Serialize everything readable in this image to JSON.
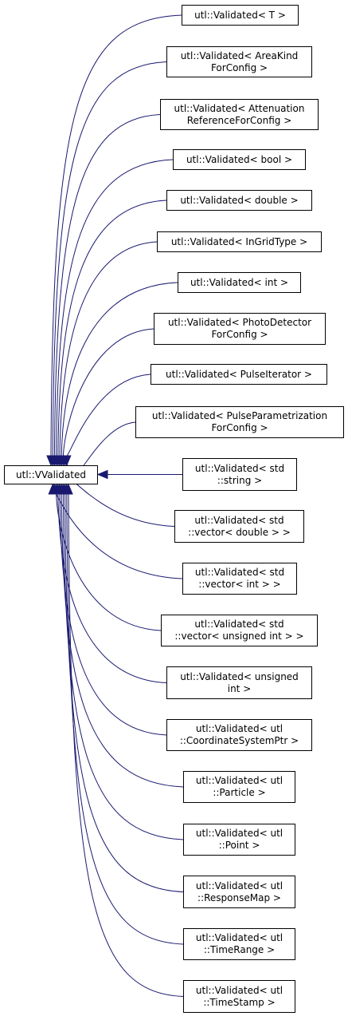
{
  "diagram": {
    "base": {
      "label": "utl::VValidated"
    },
    "derived": [
      {
        "id": "n0",
        "lines": [
          "utl::Validated< T >"
        ]
      },
      {
        "id": "n1",
        "lines": [
          "utl::Validated< AreaKind",
          "ForConfig >"
        ]
      },
      {
        "id": "n2",
        "lines": [
          "utl::Validated< Attenuation",
          "ReferenceForConfig >"
        ]
      },
      {
        "id": "n3",
        "lines": [
          "utl::Validated< bool >"
        ]
      },
      {
        "id": "n4",
        "lines": [
          "utl::Validated< double >"
        ]
      },
      {
        "id": "n5",
        "lines": [
          "utl::Validated< InGridType >"
        ]
      },
      {
        "id": "n6",
        "lines": [
          "utl::Validated< int >"
        ]
      },
      {
        "id": "n7",
        "lines": [
          "utl::Validated< PhotoDetector",
          "ForConfig >"
        ]
      },
      {
        "id": "n8",
        "lines": [
          "utl::Validated< PulseIterator >"
        ]
      },
      {
        "id": "n9",
        "lines": [
          "utl::Validated< PulseParametrization",
          "ForConfig >"
        ]
      },
      {
        "id": "n10",
        "lines": [
          "utl::Validated< std",
          "::string >"
        ]
      },
      {
        "id": "n11",
        "lines": [
          "utl::Validated< std",
          "::vector< double > >"
        ]
      },
      {
        "id": "n12",
        "lines": [
          "utl::Validated< std",
          "::vector< int > >"
        ]
      },
      {
        "id": "n13",
        "lines": [
          "utl::Validated< std",
          "::vector< unsigned int > >"
        ]
      },
      {
        "id": "n14",
        "lines": [
          "utl::Validated< unsigned",
          "int >"
        ]
      },
      {
        "id": "n15",
        "lines": [
          "utl::Validated< utl",
          "::CoordinateSystemPtr >"
        ]
      },
      {
        "id": "n16",
        "lines": [
          "utl::Validated< utl",
          "::Particle >"
        ]
      },
      {
        "id": "n17",
        "lines": [
          "utl::Validated< utl",
          "::Point >"
        ]
      },
      {
        "id": "n18",
        "lines": [
          "utl::Validated< utl",
          "::ResponseMap >"
        ]
      },
      {
        "id": "n19",
        "lines": [
          "utl::Validated< utl",
          "::TimeRange >"
        ]
      },
      {
        "id": "n20",
        "lines": [
          "utl::Validated< utl",
          "::TimeStamp >"
        ]
      }
    ],
    "colors": {
      "edge": "#191970",
      "border": "#000000",
      "background": "#ffffff"
    }
  }
}
